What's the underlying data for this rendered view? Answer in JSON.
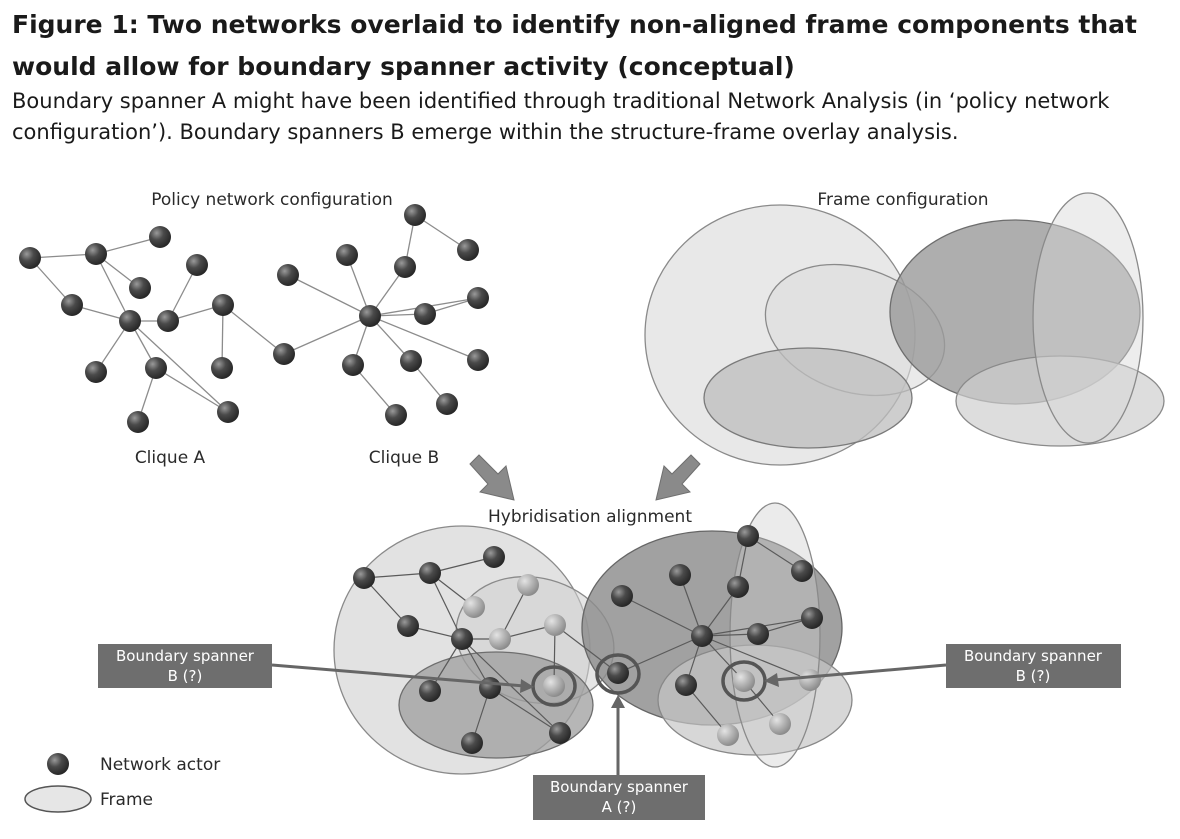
{
  "figure": {
    "title": "Figure 1: Two networks overlaid to identify non-aligned frame components that would allow for boundary spanner activity (conceptual)",
    "caption": "Boundary spanner A might have been identified through traditional Network Analysis (in ‘policy network configuration’). Boundary spanners B emerge within the structure-frame overlay analysis."
  },
  "labels": {
    "policy_network": "Policy network configuration",
    "frame_config": "Frame configuration",
    "clique_a": "Clique A",
    "clique_b": "Clique B",
    "hybridisation": "Hybridisation alignment"
  },
  "callouts": {
    "spanner_b_left": [
      "Boundary spanner",
      "B (?)"
    ],
    "spanner_b_right": [
      "Boundary spanner",
      "B (?)"
    ],
    "spanner_a": [
      "Boundary spanner",
      "A (?)"
    ]
  },
  "legend": {
    "actor": "Network actor",
    "frame": "Frame"
  }
}
